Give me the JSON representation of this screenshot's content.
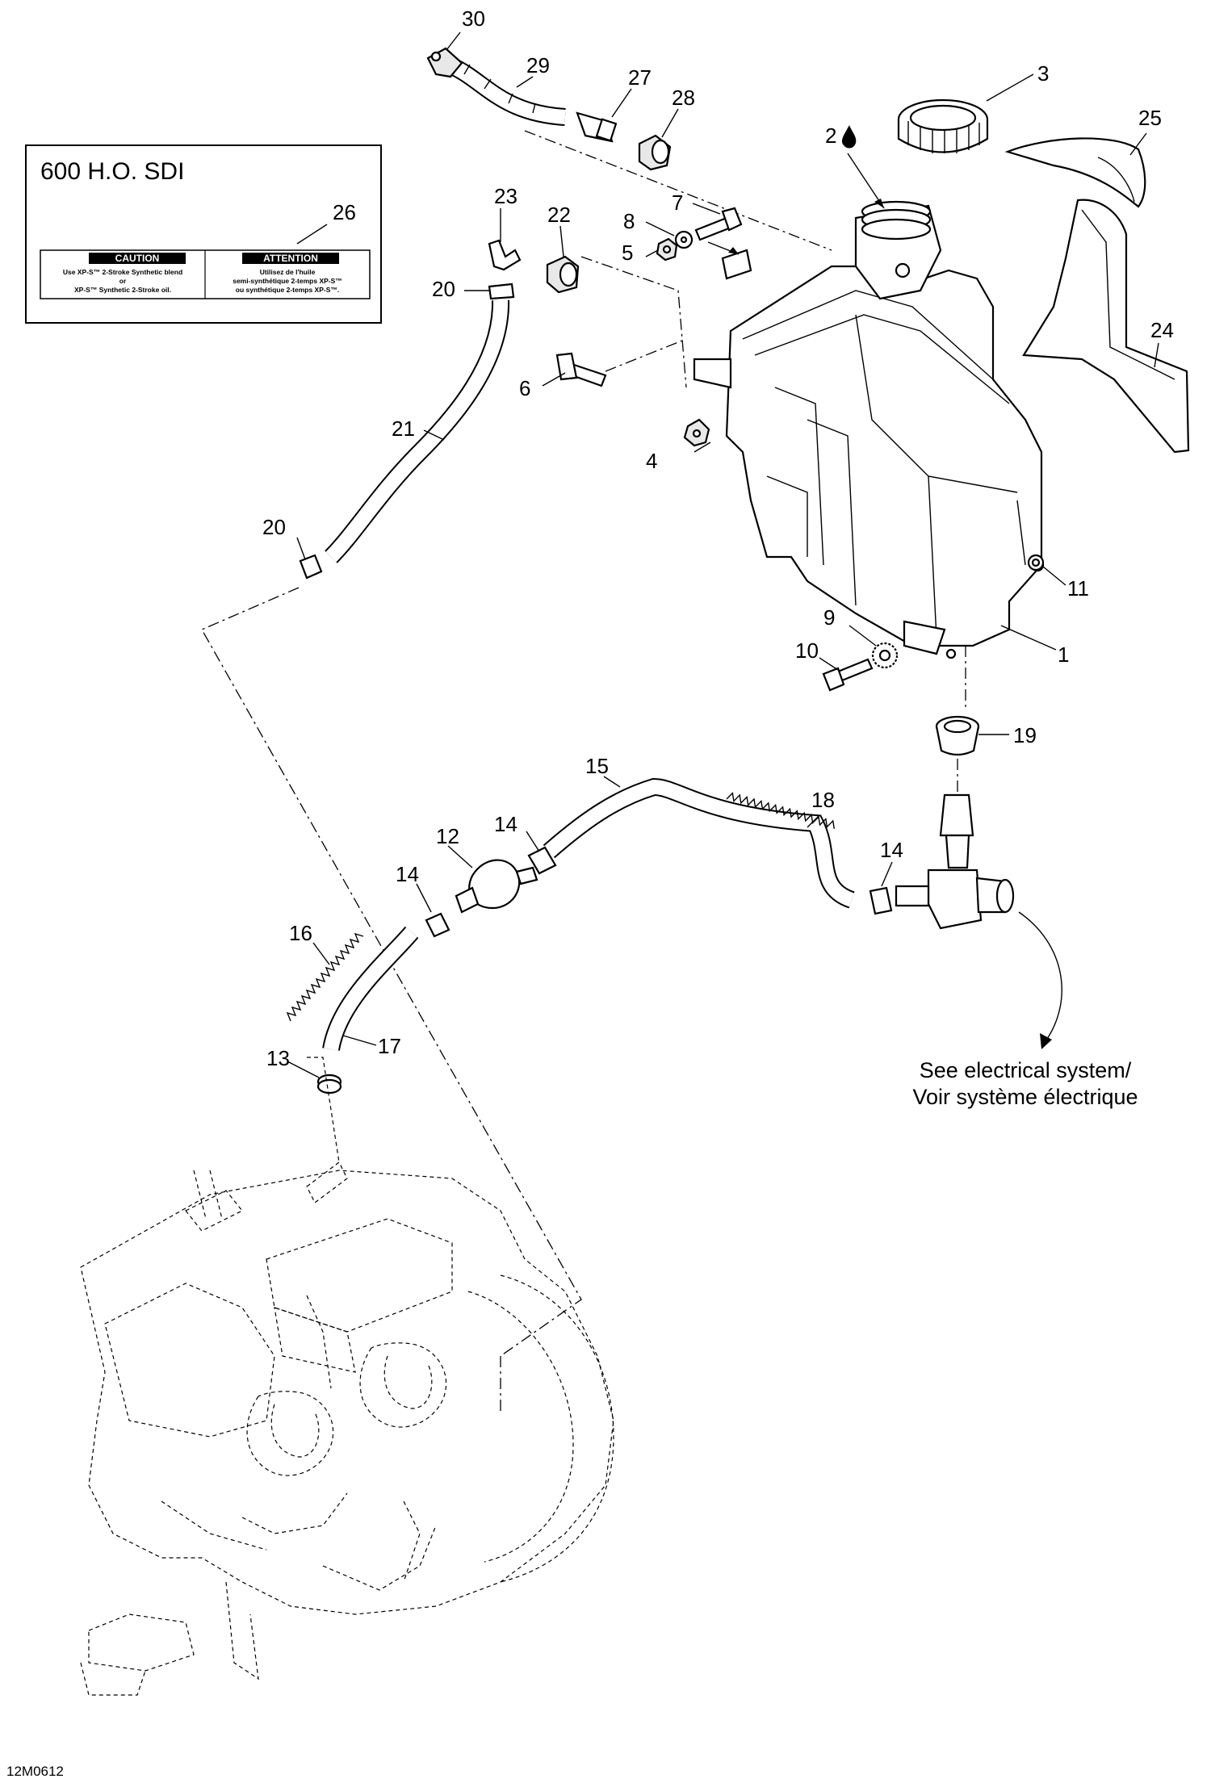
{
  "figure_code": "12M0612",
  "model_box": {
    "title": "600 H.O. SDI",
    "callout": "26",
    "decal": {
      "left_header": "CAUTION",
      "left_line1": "Use XP-S™ 2-Stroke Synthetic blend",
      "left_line2": "or",
      "left_line3": "XP-S™ Synthetic 2-Stroke oil.",
      "right_header": "ATTENTION",
      "right_line1": "Utilisez de l'huile",
      "right_line2": "semi-synthétique 2-temps XP-S™",
      "right_line3": "ou synthétique 2-temps XP-S™."
    }
  },
  "callouts": {
    "c1": "1",
    "c2": "2",
    "c3": "3",
    "c4": "4",
    "c5": "5",
    "c6": "6",
    "c7": "7",
    "c8": "8",
    "c9": "9",
    "c10": "10",
    "c11": "11",
    "c12": "12",
    "c13": "13",
    "c14a": "14",
    "c14b": "14",
    "c14c": "14",
    "c15": "15",
    "c16": "16",
    "c17": "17",
    "c18": "18",
    "c19": "19",
    "c20a": "20",
    "c20b": "20",
    "c21": "21",
    "c22": "22",
    "c23": "23",
    "c24": "24",
    "c25": "25",
    "c27": "27",
    "c28": "28",
    "c29": "29",
    "c30": "30"
  },
  "note": {
    "line1": "See electrical system/",
    "line2": "Voir système électrique"
  }
}
